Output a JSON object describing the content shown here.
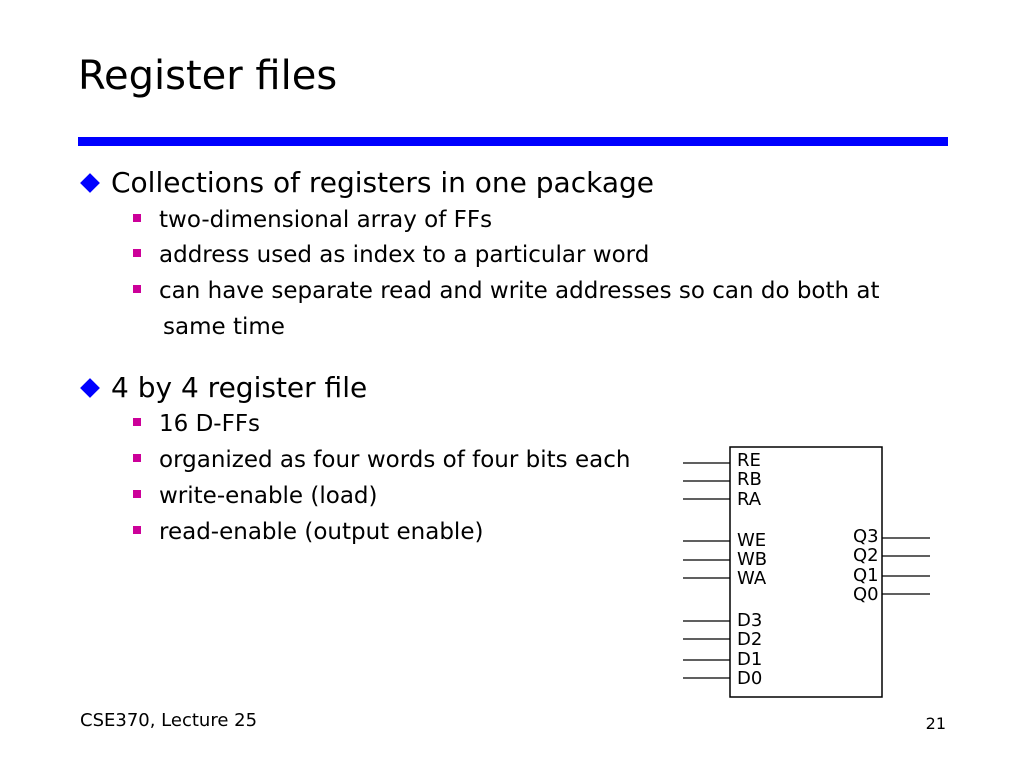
{
  "slide": {
    "title": "Register files",
    "bullets": [
      {
        "text": "Collections of registers in one package",
        "sub": [
          "two-dimensional array of FFs",
          "address used as index to a particular word",
          "can have separate read and write addresses so can do both at",
          "same time"
        ]
      },
      {
        "text": "4 by 4 register file",
        "sub": [
          "16 D-FFs",
          "organized as four words of four bits each",
          "write-enable (load)",
          "read-enable (output enable)"
        ]
      }
    ],
    "diagram": {
      "left_pins": [
        "RE",
        "RB",
        "RA",
        "WE",
        "WB",
        "WA",
        "D3",
        "D2",
        "D1",
        "D0"
      ],
      "right_pins": [
        "Q3",
        "Q2",
        "Q1",
        "Q0"
      ]
    },
    "footer": {
      "course": "CSE370, Lecture 25",
      "page": "21"
    },
    "colors": {
      "rule": "#0000ff",
      "level1_bullet": "#0000ff",
      "level2_bullet": "#cc0099"
    }
  }
}
